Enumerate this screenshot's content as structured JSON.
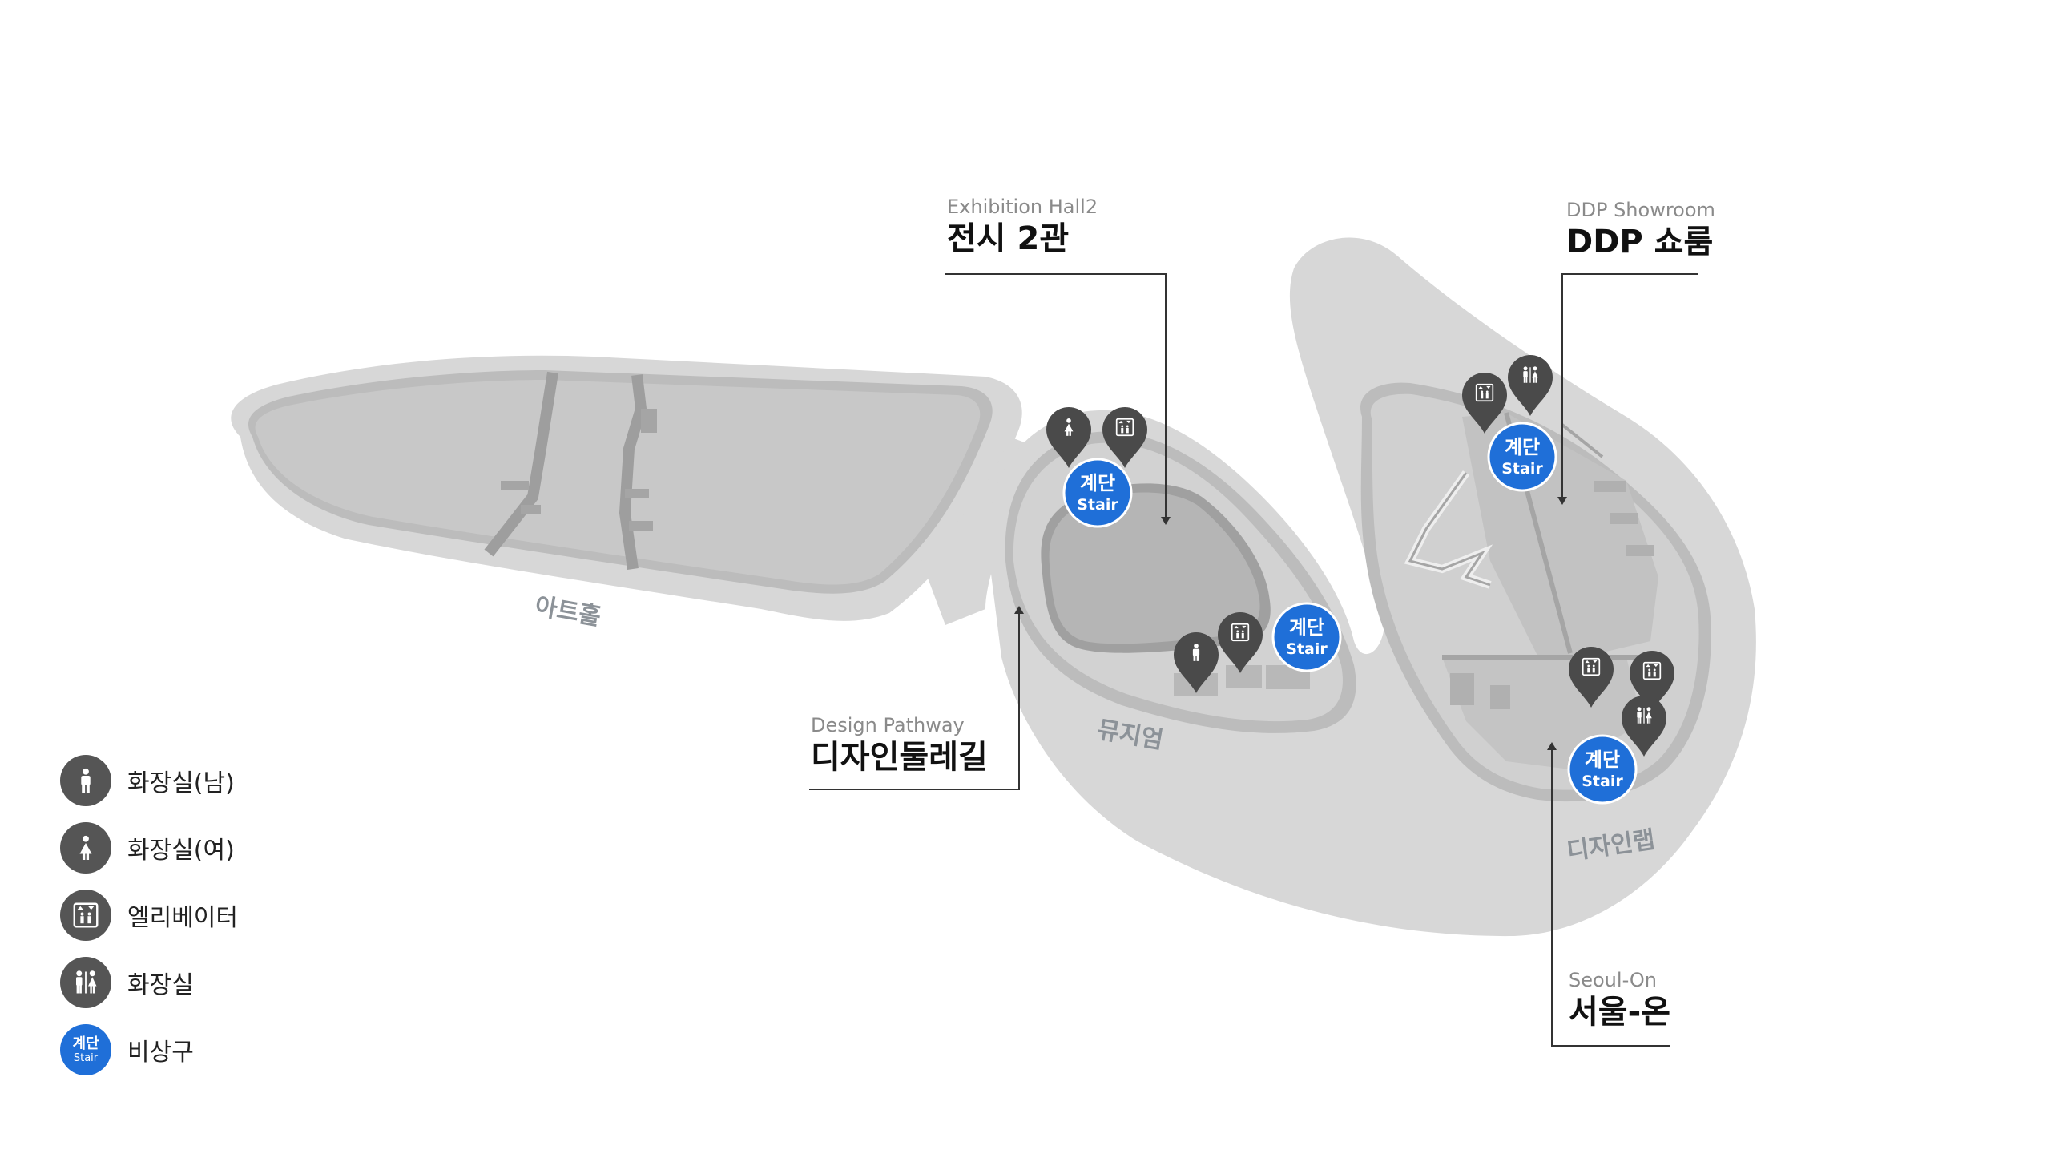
{
  "colors": {
    "ground": "#d7d7d7",
    "floor": "#c8c8c8",
    "wall": "#a8a8a8",
    "pin": "#4a4a4a",
    "stair": "#1f6fd8",
    "callout_line": "#333333"
  },
  "callouts": {
    "exhibition": {
      "en": "Exhibition Hall2",
      "ko": "전시 2관"
    },
    "showroom": {
      "en": "DDP Showroom",
      "ko": "DDP 쇼룸"
    },
    "pathway": {
      "en": "Design Pathway",
      "ko": "디자인둘레길"
    },
    "seoulon": {
      "en": "Seoul-On",
      "ko": "서울-온"
    }
  },
  "zones": {
    "art_hall": "아트홀",
    "museum": "뮤지엄",
    "design_lab": "디자인랩"
  },
  "stair_badge": {
    "line1": "계단",
    "line2": "Stair"
  },
  "legend": [
    {
      "icon": "restroom-male-icon",
      "label": "화장실(남)"
    },
    {
      "icon": "restroom-female-icon",
      "label": "화장실(여)"
    },
    {
      "icon": "elevator-icon",
      "label": "엘리베이터"
    },
    {
      "icon": "restroom-icon",
      "label": "화장실"
    },
    {
      "icon": "stair-icon",
      "label": "비상구"
    }
  ]
}
